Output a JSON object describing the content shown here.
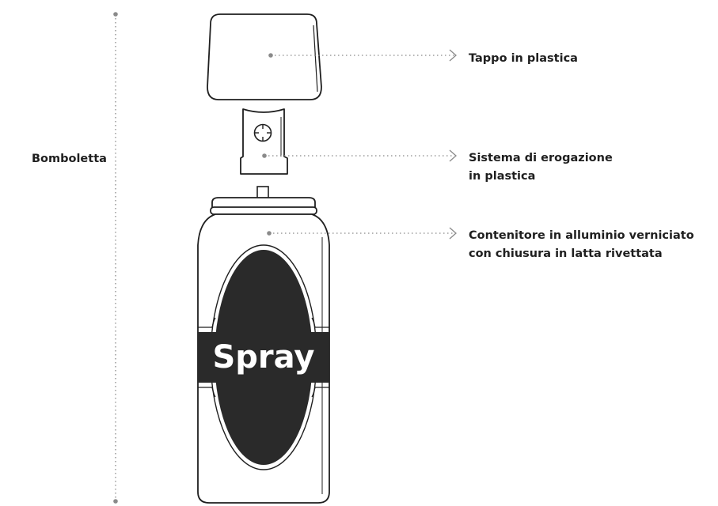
{
  "group_label": "Bomboletta",
  "product_text": "Spray",
  "parts": {
    "cap": {
      "lines": [
        "Tappo in plastica"
      ]
    },
    "nozzle": {
      "lines": [
        "Sistema di erogazione",
        "in plastica"
      ]
    },
    "body": {
      "lines": [
        "Contenitore in alluminio verniciato",
        "con chiusura in latta rivettata"
      ]
    }
  },
  "colors": {
    "ink": "#1f1f1f",
    "label_fill": "#2a2a2a",
    "part_fill": "#ffffff",
    "leader": "#8a8a8a"
  }
}
